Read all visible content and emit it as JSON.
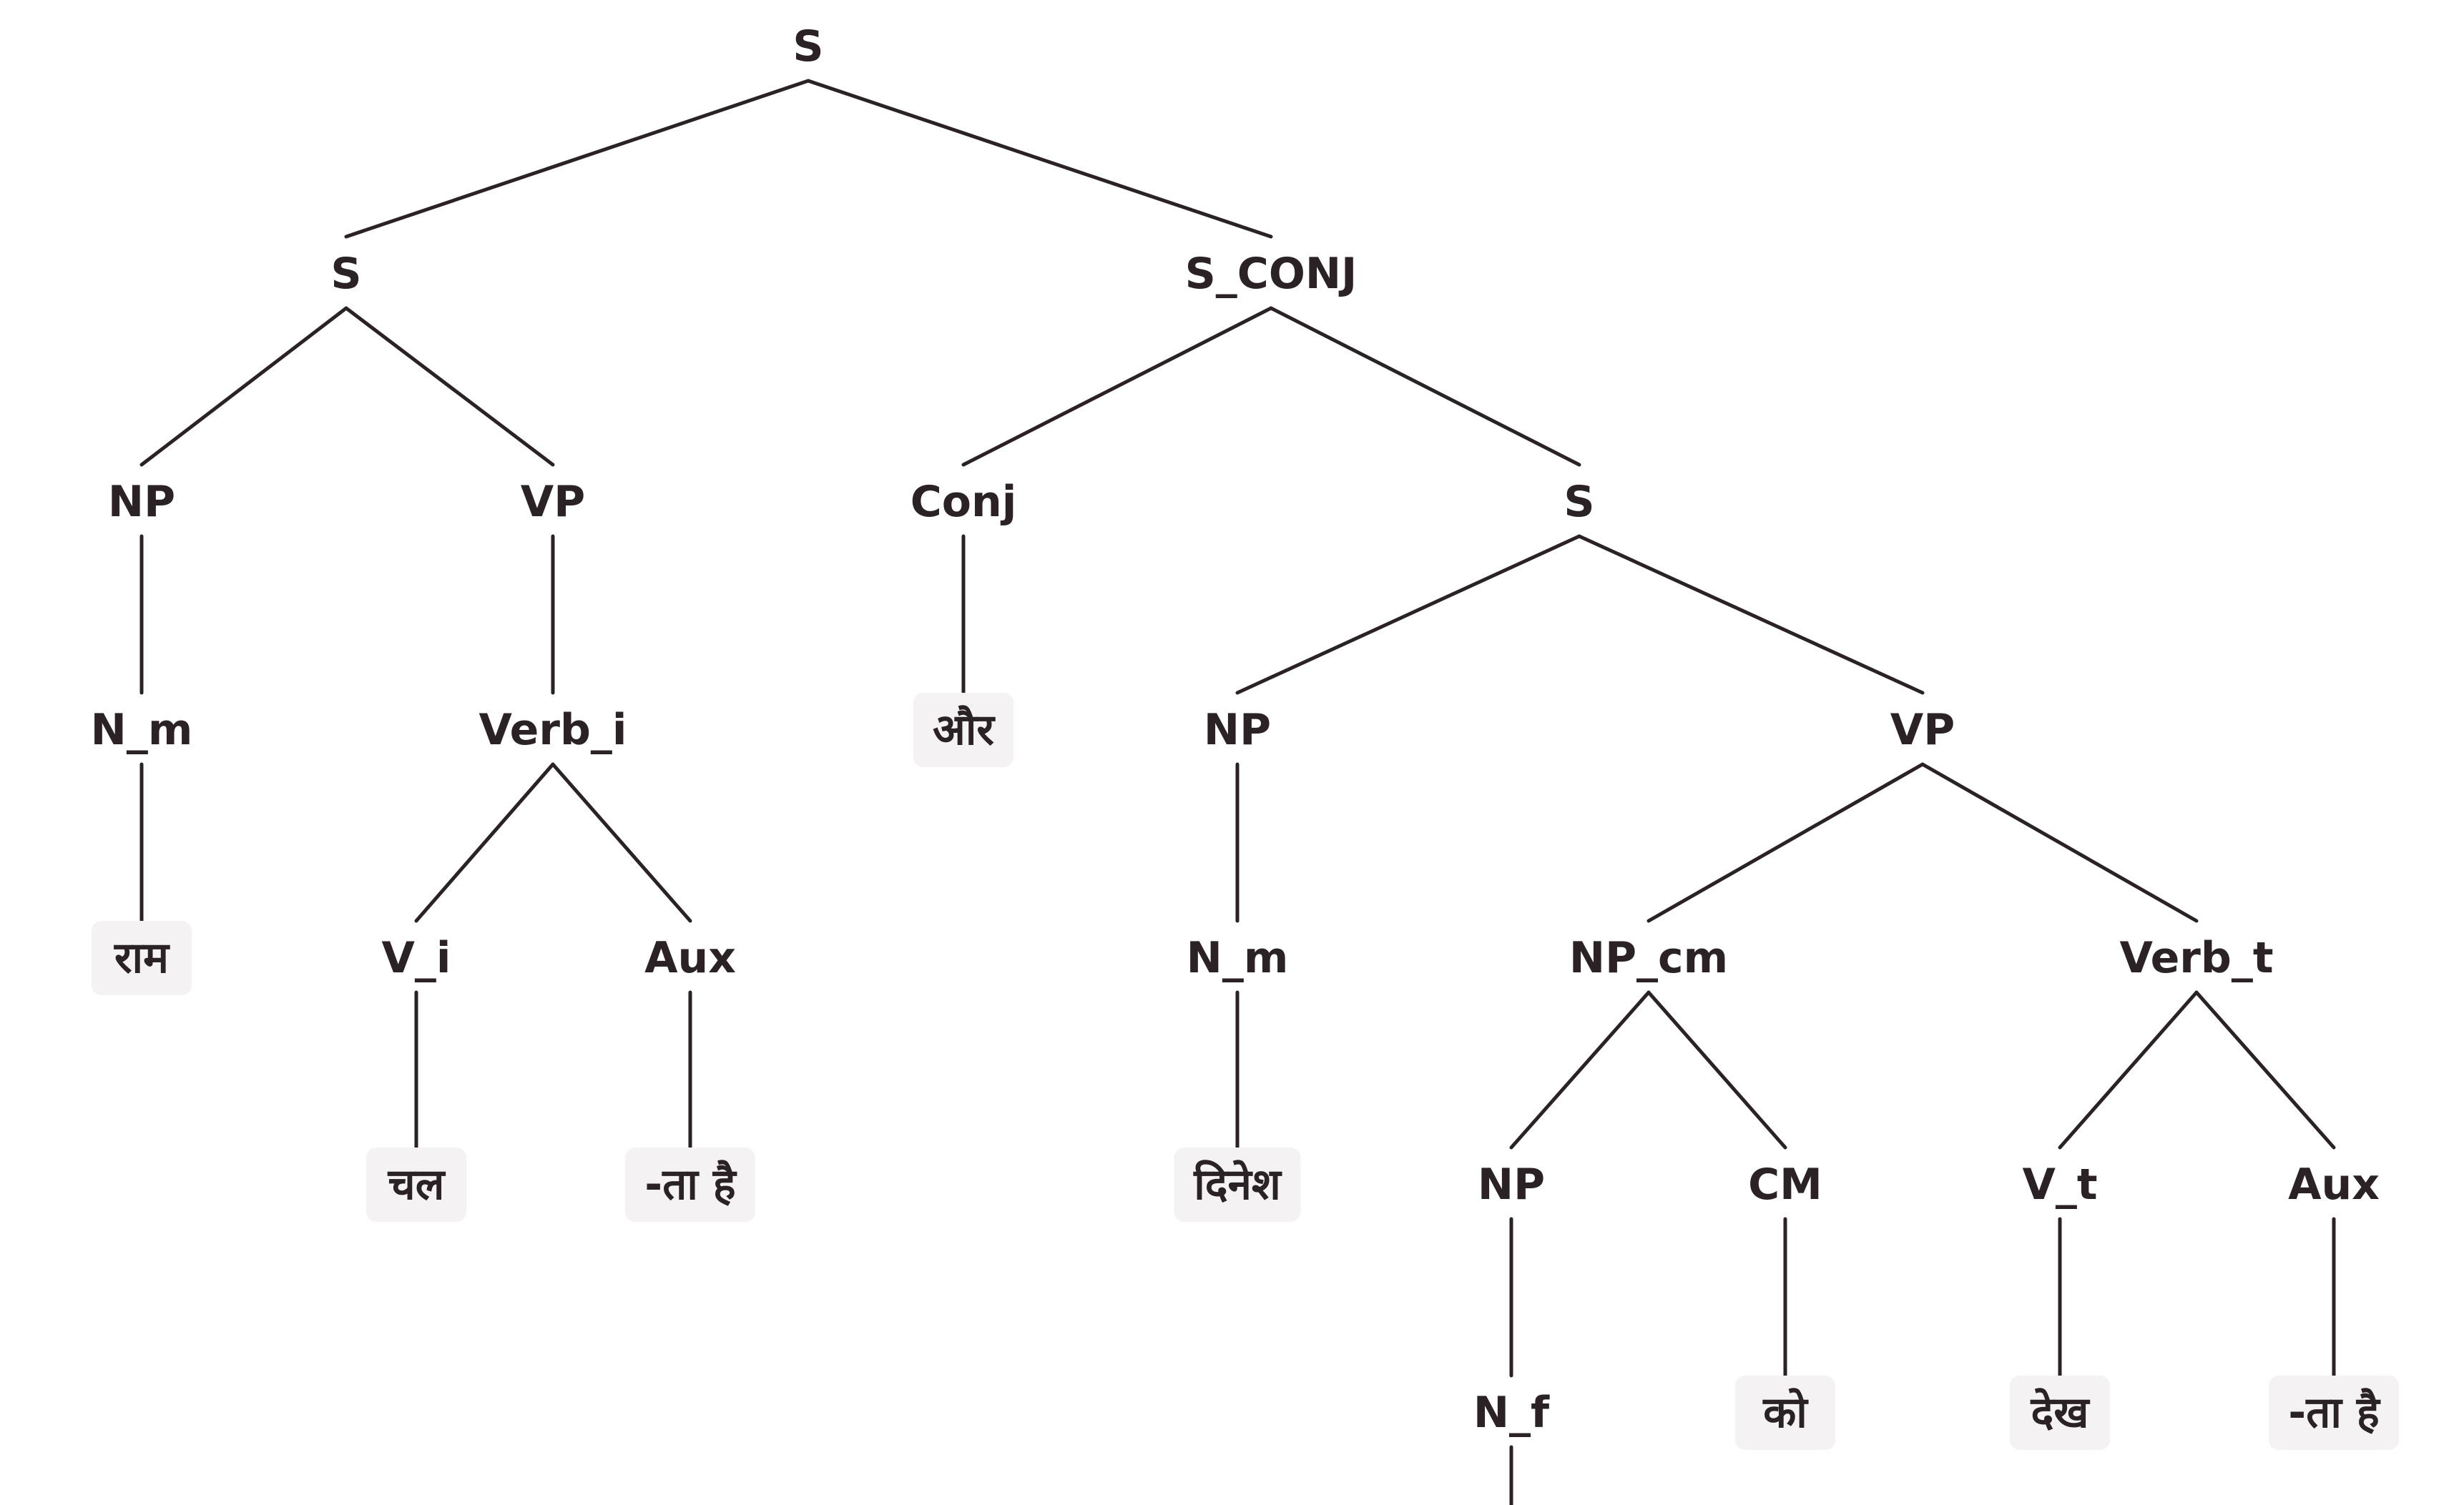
{
  "tree": {
    "nodes": [
      {
        "id": "n0",
        "label": "S",
        "leaf": false
      },
      {
        "id": "n1",
        "label": "S",
        "leaf": false
      },
      {
        "id": "n2",
        "label": "S_CONJ",
        "leaf": false
      },
      {
        "id": "n3",
        "label": "NP",
        "leaf": false
      },
      {
        "id": "n4",
        "label": "VP",
        "leaf": false
      },
      {
        "id": "n5",
        "label": "Conj",
        "leaf": false
      },
      {
        "id": "n6",
        "label": "S",
        "leaf": false
      },
      {
        "id": "n7",
        "label": "N_m",
        "leaf": false
      },
      {
        "id": "n8",
        "label": "Verb_i",
        "leaf": false
      },
      {
        "id": "n9",
        "label": "और",
        "leaf": true
      },
      {
        "id": "n10",
        "label": "NP",
        "leaf": false
      },
      {
        "id": "n11",
        "label": "VP",
        "leaf": false
      },
      {
        "id": "n12",
        "label": "राम",
        "leaf": true
      },
      {
        "id": "n13",
        "label": "V_i",
        "leaf": false
      },
      {
        "id": "n14",
        "label": "Aux",
        "leaf": false
      },
      {
        "id": "n15",
        "label": "N_m",
        "leaf": false
      },
      {
        "id": "n16",
        "label": "NP_cm",
        "leaf": false
      },
      {
        "id": "n17",
        "label": "Verb_t",
        "leaf": false
      },
      {
        "id": "n18",
        "label": "चल",
        "leaf": true
      },
      {
        "id": "n19",
        "label": "-ता है",
        "leaf": true
      },
      {
        "id": "n20",
        "label": "दिनेश",
        "leaf": true
      },
      {
        "id": "n21",
        "label": "NP",
        "leaf": false
      },
      {
        "id": "n22",
        "label": "CM",
        "leaf": false
      },
      {
        "id": "n23",
        "label": "V_t",
        "leaf": false
      },
      {
        "id": "n24",
        "label": "Aux",
        "leaf": false
      },
      {
        "id": "n25",
        "label": "N_f",
        "leaf": false
      },
      {
        "id": "n26",
        "label": "को",
        "leaf": true
      },
      {
        "id": "n27",
        "label": "देख",
        "leaf": true
      },
      {
        "id": "n28",
        "label": "-ता है",
        "leaf": true
      }
    ],
    "edges": [
      [
        "n0",
        "n1"
      ],
      [
        "n0",
        "n2"
      ],
      [
        "n1",
        "n3"
      ],
      [
        "n1",
        "n4"
      ],
      [
        "n2",
        "n5"
      ],
      [
        "n2",
        "n6"
      ],
      [
        "n3",
        "n7"
      ],
      [
        "n4",
        "n8"
      ],
      [
        "n5",
        "n9"
      ],
      [
        "n6",
        "n10"
      ],
      [
        "n6",
        "n11"
      ],
      [
        "n7",
        "n12"
      ],
      [
        "n8",
        "n13"
      ],
      [
        "n8",
        "n14"
      ],
      [
        "n10",
        "n15"
      ],
      [
        "n11",
        "n16"
      ],
      [
        "n11",
        "n17"
      ],
      [
        "n13",
        "n18"
      ],
      [
        "n14",
        "n19"
      ],
      [
        "n15",
        "n20"
      ],
      [
        "n16",
        "n21"
      ],
      [
        "n16",
        "n22"
      ],
      [
        "n17",
        "n23"
      ],
      [
        "n17",
        "n24"
      ],
      [
        "n21",
        "n25"
      ],
      [
        "n22",
        "n26"
      ],
      [
        "n23",
        "n27"
      ],
      [
        "n24",
        "n28"
      ],
      [
        "n25",
        "__cut"
      ]
    ]
  },
  "colors": {
    "ink": "#2a2225",
    "leaf_bg": "#f4f2f3"
  }
}
